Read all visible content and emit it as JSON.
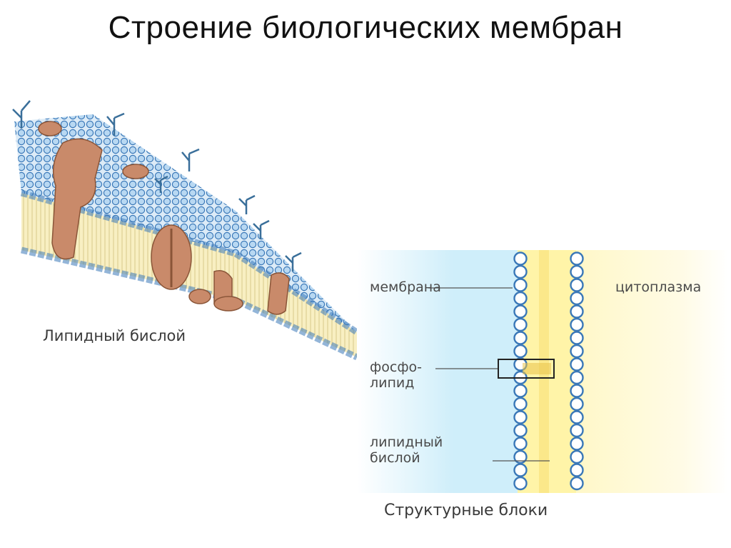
{
  "title": "Строение биологических мембран",
  "left_figure": {
    "caption": "Липидный бислой"
  },
  "right_figure": {
    "labels": {
      "membrane": "мембрана",
      "cytoplasm": "цитоплазма",
      "phospholipid_line1": "фосфо-",
      "phospholipid_line2": "липид",
      "bilayer_line1": "липидный",
      "bilayer_line2": "бислой"
    },
    "caption": "Структурные блоки"
  },
  "colors": {
    "head_fill": "#b8d8f2",
    "head_stroke": "#3a78b8",
    "tail_fill": "#f8efc2",
    "protein": "#c98a6a",
    "outer_bg": "#cfeefa",
    "cytoplasm_bg": "#fff8c8"
  },
  "icons": [
    "glycoprotein-icon",
    "membrane-protein-icon"
  ]
}
